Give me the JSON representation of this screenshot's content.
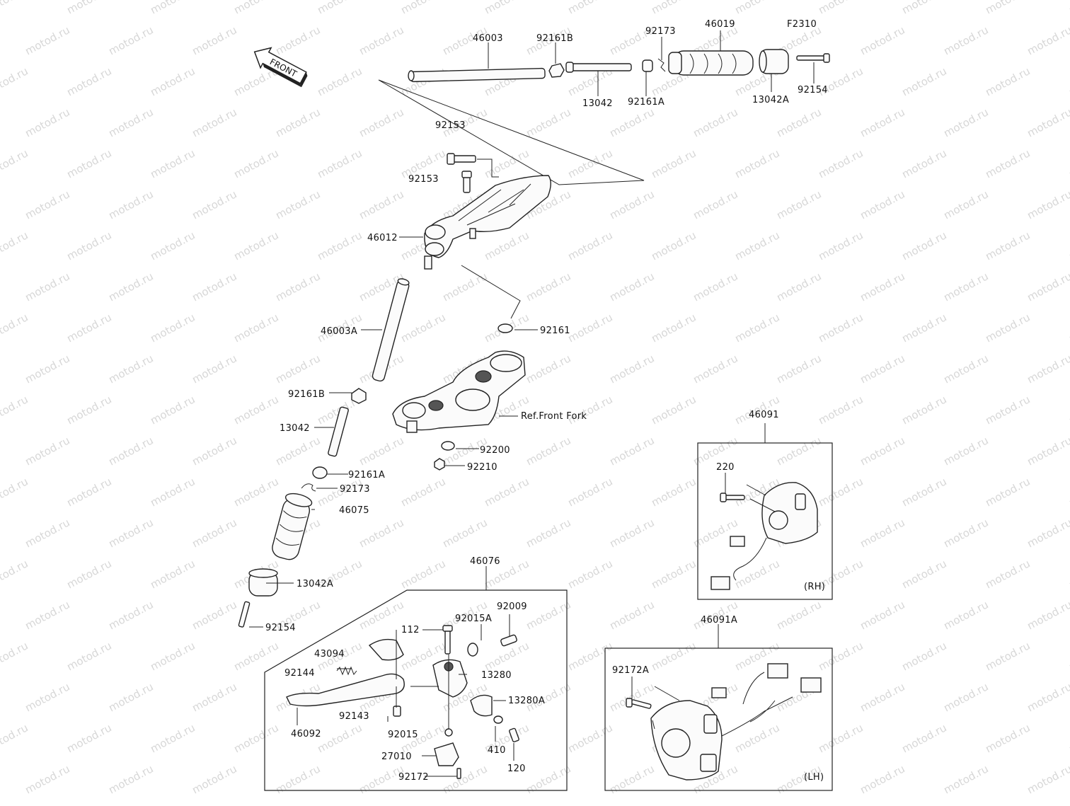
{
  "watermark": "motod.ru",
  "figure_code": "F2310",
  "front_arrow_label": "FRONT",
  "ref_note": "Ref.Front Fork",
  "box_tags": {
    "rh": "(RH)",
    "lh": "(LH)"
  },
  "labels": {
    "p46003": "46003",
    "p92161B_top": "92161B",
    "p92173_top": "92173",
    "p46019": "46019",
    "p13042_top": "13042",
    "p92161A_top": "92161A",
    "p13042A_top": "13042A",
    "p92154_top": "92154",
    "p92153_a": "92153",
    "p92153_b": "92153",
    "p46012": "46012",
    "p46003A": "46003A",
    "p92161": "92161",
    "p92161B": "92161B",
    "p13042": "13042",
    "p92161A": "92161A",
    "p92173": "92173",
    "p46075": "46075",
    "p13042A": "13042A",
    "p92154": "92154",
    "p92200": "92200",
    "p92210": "92210",
    "p46091": "46091",
    "p220": "220",
    "p46091A": "46091A",
    "p92172A": "92172A",
    "p46076": "46076",
    "p112": "112",
    "p92015A": "92015A",
    "p92009": "92009",
    "p43094": "43094",
    "p92144": "92144",
    "p13280": "13280",
    "p13280A": "13280A",
    "p92143": "92143",
    "p46092": "46092",
    "p92015": "92015",
    "p410": "410",
    "p120": "120",
    "p27010": "27010",
    "p92172": "92172"
  }
}
